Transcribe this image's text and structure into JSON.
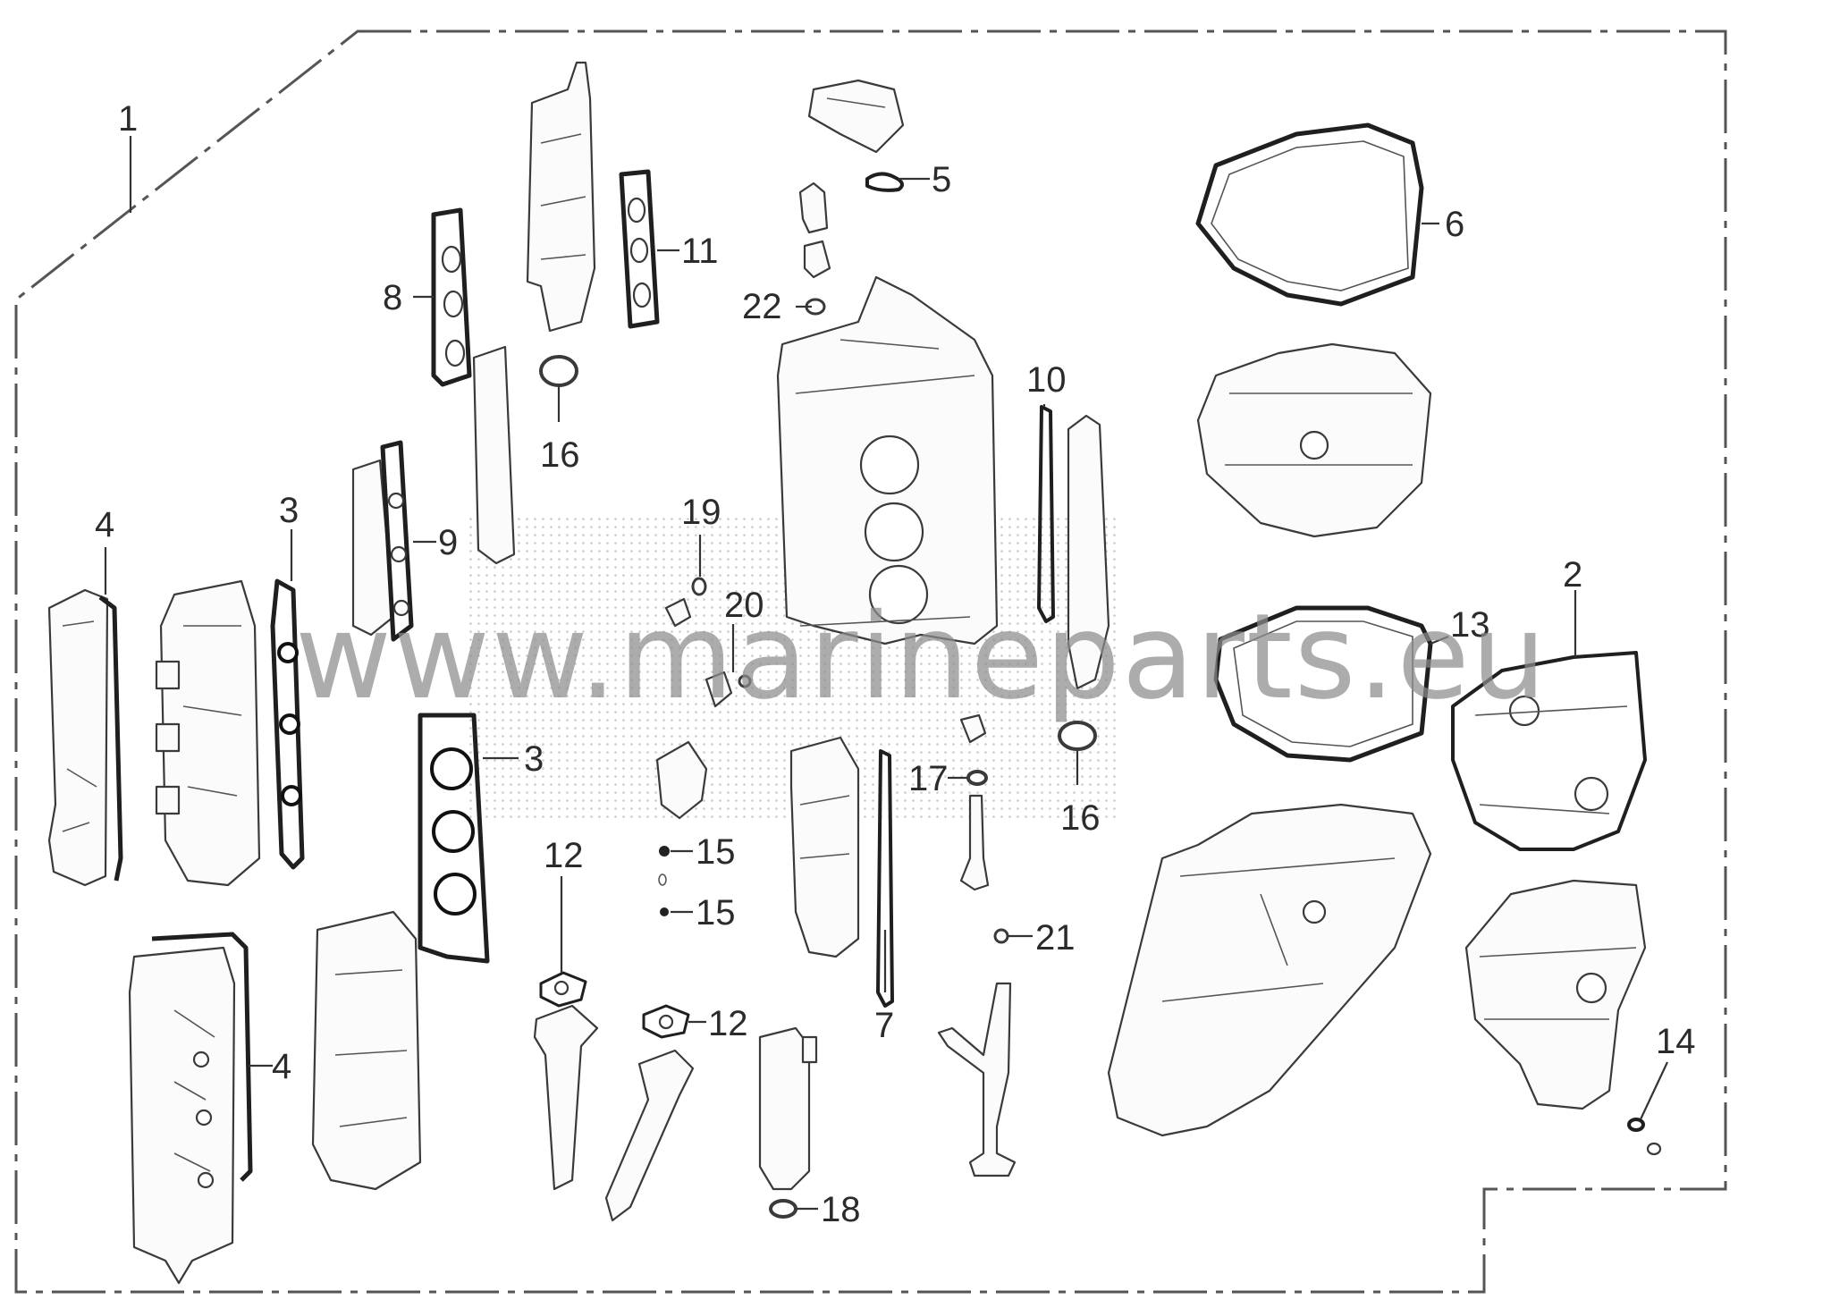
{
  "diagram": {
    "watermark": "www.marineparts.eu",
    "callouts": {
      "c1": "1",
      "c2": "2",
      "c3a": "3",
      "c3b": "3",
      "c4a": "4",
      "c4b": "4",
      "c5": "5",
      "c6": "6",
      "c7": "7",
      "c8": "8",
      "c9": "9",
      "c10": "10",
      "c11": "11",
      "c12a": "12",
      "c12b": "12",
      "c13": "13",
      "c14": "14",
      "c15a": "15",
      "c15b": "15",
      "c16a": "16",
      "c16b": "16",
      "c17": "17",
      "c18": "18",
      "c19": "19",
      "c20": "20",
      "c21": "21",
      "c22": "22"
    }
  }
}
